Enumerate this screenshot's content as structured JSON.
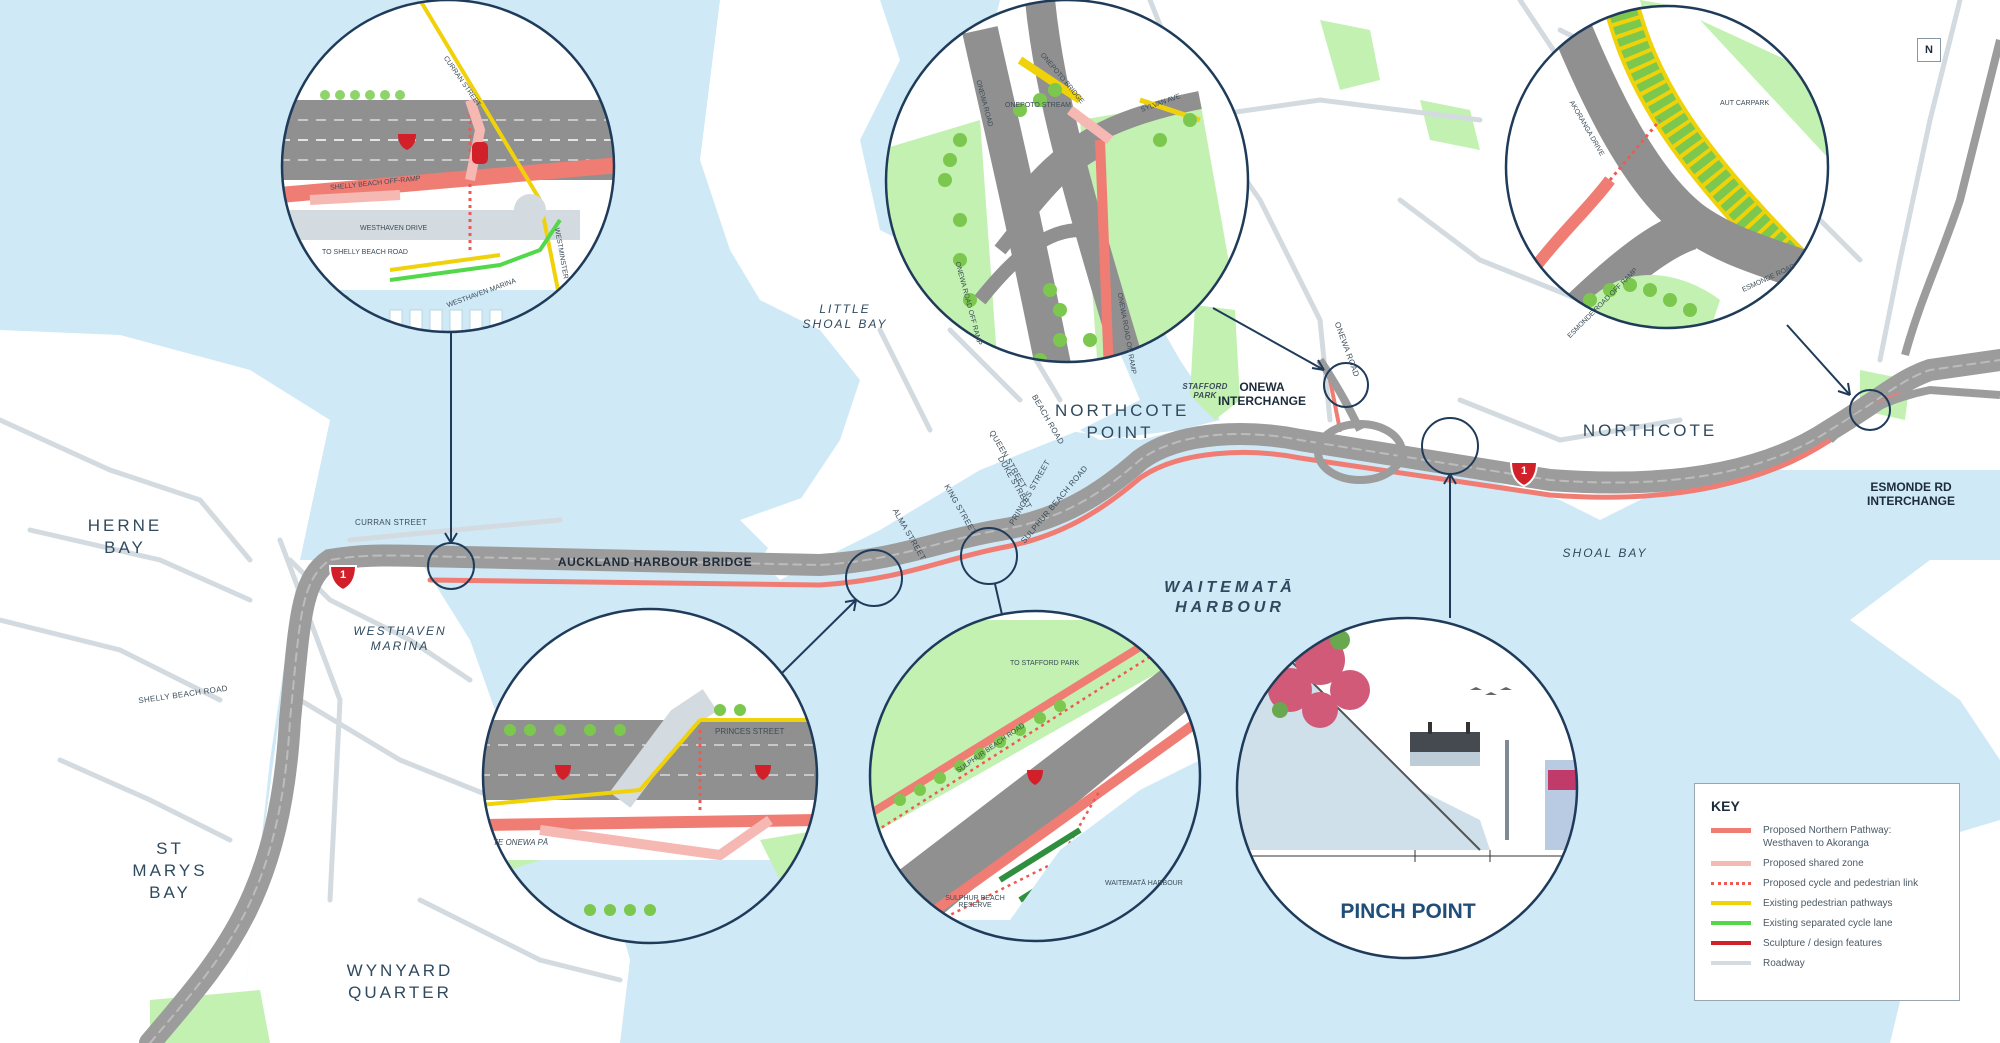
{
  "map_title": "",
  "places": {
    "herne_bay": "HERNE\nBAY",
    "st_marys_bay": "ST\nMARYS\nBAY",
    "wynyard_quarter": "WYNYARD\nQUARTER",
    "westhaven_marina": "WESTHAVEN\nMARINA",
    "little_shoal_bay": "LITTLE\nSHOAL BAY",
    "northcote_point": "NORTHCOTE\nPOINT",
    "northcote": "NORTHCOTE",
    "shoal_bay": "SHOAL BAY",
    "waitemata_harbour": "WAITEMATĀ\nHARBOUR",
    "stafford_park": "STAFFORD\nPARK"
  },
  "interchanges": {
    "onewa": "ONEWA\nINTERCHANGE",
    "esmonde": "ESMONDE RD\nINTERCHANGE"
  },
  "bridge_label": "AUCKLAND HARBOUR BRIDGE",
  "streets": {
    "curran": "CURRAN STREET",
    "shelly_beach": "SHELLY BEACH ROAD",
    "queen": "QUEEN STREET",
    "duke": "DUKE STREET",
    "princes": "PRINCES STREET",
    "sulphur_beach": "SULPHUR BEACH ROAD",
    "king": "KING STREET",
    "alma": "ALMA STREET",
    "beach_road": "BEACH ROAD",
    "onewa_road": "ONEWA ROAD"
  },
  "motorway_shield": "1",
  "north_arrow": "N",
  "callouts": {
    "westhaven": {
      "labels": [
        "CURRAN STREET",
        "SHELLY BEACH OFF-RAMP",
        "WESTHAVEN DRIVE",
        "TO SHELLY BEACH ROAD",
        "WESTHAVEN MARINA",
        "WESTMINSTER"
      ]
    },
    "onewa": {
      "labels": [
        "ONEPOTO BRIDGE",
        "ONEPOTO STREAM",
        "SYLVAN AVE",
        "ONEWA ROAD",
        "ONEWA ROAD OFF RAMP",
        "ONEWA ROAD ON RAMP"
      ]
    },
    "esmonde": {
      "labels": [
        "AUT CARPARK",
        "AKORANGA DRIVE",
        "ESMONDE ROAD",
        "ESMONDE ROAD OFF RAMP"
      ]
    },
    "te_onewa": {
      "labels": [
        "PRINCES STREET",
        "TE ONEWA PĀ"
      ]
    },
    "sulphur": {
      "labels": [
        "TO STAFFORD PARK",
        "SULPHUR BEACH ROAD",
        "SULPHUR BEACH RESERVE",
        "WAITEMATĀ HARBOUR"
      ]
    },
    "pinch": {
      "title": "PINCH POINT"
    }
  },
  "key": {
    "title": "KEY",
    "items": [
      {
        "label": "Proposed Northern Pathway:\nWesthaven to Akoranga",
        "color": "#f07d74",
        "style": "solid-thick"
      },
      {
        "label": "Proposed shared zone",
        "color": "#f6b8b2",
        "style": "solid-thick"
      },
      {
        "label": "Proposed cycle and pedestrian link",
        "color": "#ee5a52",
        "style": "dotted"
      },
      {
        "label": "Existing pedestrian pathways",
        "color": "#f0d20a",
        "style": "solid"
      },
      {
        "label": "Existing separated cycle lane",
        "color": "#52d84a",
        "style": "solid"
      },
      {
        "label": "Sculpture / design features",
        "color": "#d2202a",
        "style": "solid"
      },
      {
        "label": "Roadway",
        "color": "#d3dbe0",
        "style": "solid"
      }
    ]
  },
  "colors": {
    "water": "#cfe9f6",
    "land": "#ffffff",
    "park": "#c2f1b2",
    "motorway": "#8e8e8e",
    "pathway": "#f07d74",
    "callout_border": "#1f3b5a"
  }
}
